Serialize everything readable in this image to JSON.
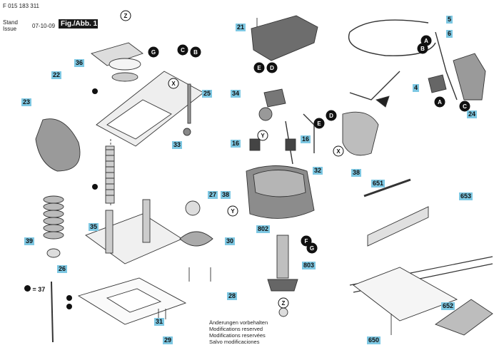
{
  "header": {
    "doc_number": "F 015 183 311",
    "stand": "Stand",
    "issue": "Issue",
    "date": "07-10-09",
    "fig_label": "Fig./Abb. 1"
  },
  "notes": [
    "Änderungen vorbehalten",
    "Modifications reserved",
    "Modifications reservées",
    "Salvo modificaciones"
  ],
  "legend_equals": "= 37",
  "parts": [
    "21",
    "5",
    "6",
    "36",
    "22",
    "4",
    "25",
    "23",
    "34",
    "24",
    "16",
    "33",
    "16",
    "32",
    "38",
    "651",
    "27",
    "653",
    "38",
    "39",
    "35",
    "30",
    "802",
    "26",
    "803",
    "28",
    "31",
    "652",
    "29",
    "650"
  ],
  "letters": [
    "Z",
    "G",
    "C",
    "B",
    "X",
    "D",
    "E",
    "D",
    "E",
    "Y",
    "X",
    "A",
    "B",
    "A",
    "C",
    "Y",
    "F",
    "G",
    "Z"
  ],
  "colors": {
    "tag": "#7ec8e3",
    "line": "#333333",
    "fill_light": "#e8e8e8",
    "fill_mid": "#bdbdbd",
    "fill_dark": "#7a7a7a"
  }
}
